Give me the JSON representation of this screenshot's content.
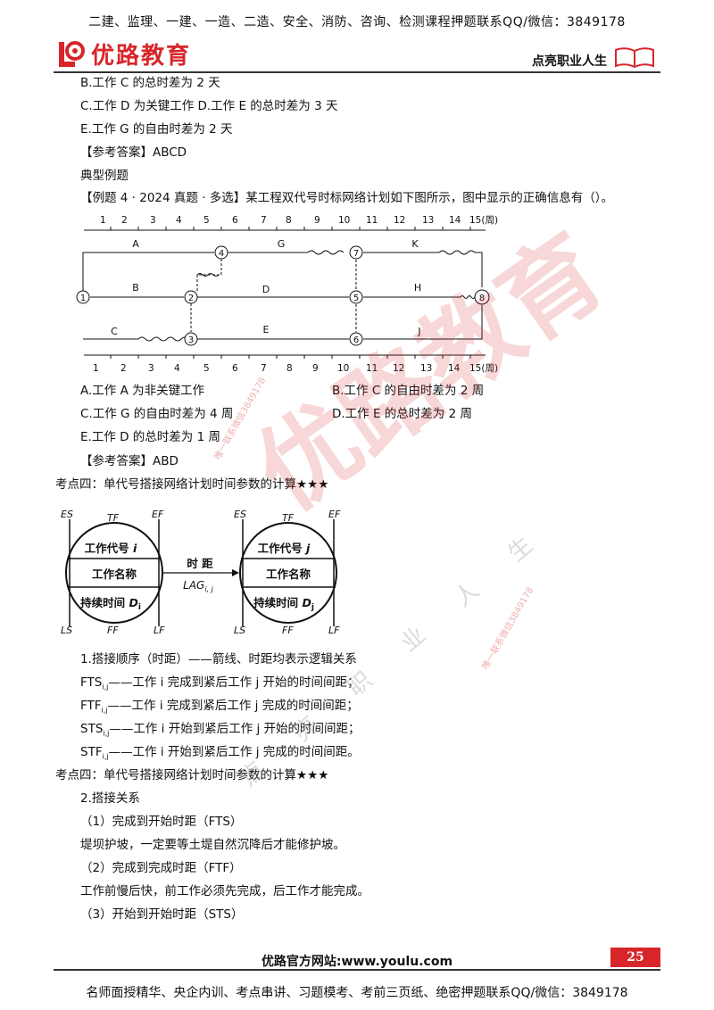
{
  "header": {
    "banner": "二建、监理、一建、一造、二造、安全、消防、咨询、检测课程押题联系QQ/微信：3849178",
    "logo_text": "优路教育",
    "slogan": "点亮职业人生"
  },
  "content": {
    "line_b": "B.工作 C 的总时差为 2 天",
    "line_cd": "C.工作 D 为关键工作 D.工作 E 的总时差为 3 天",
    "line_e": "E.工作 G 的自由时差为 2 天",
    "answer1": "【参考答案】ABCD",
    "typical": "典型例题",
    "example": "【例题 4 · 2024 真题 · 多选】某工程双代号时标网络计划如下图所示，图中显示的正确信息有（）。",
    "optA": "A.工作 A 为非关键工作",
    "optB": "B.工作 C 的自由时差为 2 周",
    "optC": "C.工作 G 的自由时差为 4 周",
    "optD": "D.工作 E 的总时差为 2 周",
    "optE": "E.工作 D 的总时差为 1 周",
    "answer2": "【参考答案】ABD",
    "point1": "考点四：单代号搭接网络计划时间参数的计算★★★",
    "seq_title": "1.搭接顺序（时距）——箭线、时距均表示逻辑关系",
    "fts": "FTS",
    "fts_desc": "——工作 i 完成到紧后工作 j 开始的时间间距；",
    "ftf": "FTF",
    "ftf_desc": "——工作 i 完成到紧后工作 j 完成的时间间距；",
    "sts": "STS",
    "sts_desc": "——工作 i 开始到紧后工作 j 开始的时间间距；",
    "stf": "STF",
    "stf_desc": "——工作 i 开始到紧后工作 j 完成的时间间距。",
    "ij": "i,j",
    "point2": "考点四：单代号搭接网络计划时间参数的计算★★★",
    "relation": "2.搭接关系",
    "rel1": "（1）完成到开始时距（FTS）",
    "rel1_desc": "堤坝护坡，一定要等土堤自然沉降后才能修护坡。",
    "rel2": "（2）完成到完成时距（FTF）",
    "rel2_desc": "工作前慢后快，前工作必须先完成，后工作才能完成。",
    "rel3": "（3）开始到开始时距（STS）"
  },
  "network": {
    "top_ticks": [
      "1",
      "2",
      "3",
      "4",
      "5",
      "6",
      "7",
      "8",
      "9",
      "10",
      "11",
      "12",
      "13",
      "14",
      "15(周)"
    ],
    "bottom_ticks": [
      "1",
      "2",
      "3",
      "4",
      "5",
      "6",
      "7",
      "8",
      "9",
      "10",
      "11",
      "12",
      "13",
      "14",
      "15(周)"
    ],
    "nodes": [
      "1",
      "2",
      "3",
      "4",
      "5",
      "6",
      "7",
      "8"
    ],
    "labels": {
      "A": "A",
      "B": "B",
      "C": "C",
      "D": "D",
      "E": "E",
      "G": "G",
      "H": "H",
      "J": "J",
      "K": "K"
    }
  },
  "nodebox": {
    "left": {
      "es": "ES",
      "tf": "TF",
      "ef": "EF",
      "ls": "LS",
      "ff": "FF",
      "lf": "LF",
      "code": "工作代号",
      "name": "工作名称",
      "dur": "持续时间",
      "sub": "i",
      "dsym": "D"
    },
    "right": {
      "es": "ES",
      "tf": "TF",
      "ef": "EF",
      "ls": "LS",
      "ff": "FF",
      "lf": "LF",
      "code": "工作代号",
      "name": "工作名称",
      "dur": "持续时间",
      "sub": "j",
      "dsym": "D"
    },
    "lag_label": "时 距",
    "lag_sym": "LAG",
    "lag_sub": "i, j"
  },
  "footer": {
    "url": "优路官方网站:www.youlu.com",
    "page": "25",
    "banner": "名师面授精华、央企内训、考点串讲、习题模考、考前三页纸、绝密押题联系QQ/微信：3849178"
  },
  "watermark": {
    "big": "优路教育",
    "small1": "唯一联系微信3849178",
    "small2": "唯一联系微信3849178",
    "chars": "点 亮 职 业 人 生"
  },
  "colors": {
    "brand": "#d7262a"
  }
}
